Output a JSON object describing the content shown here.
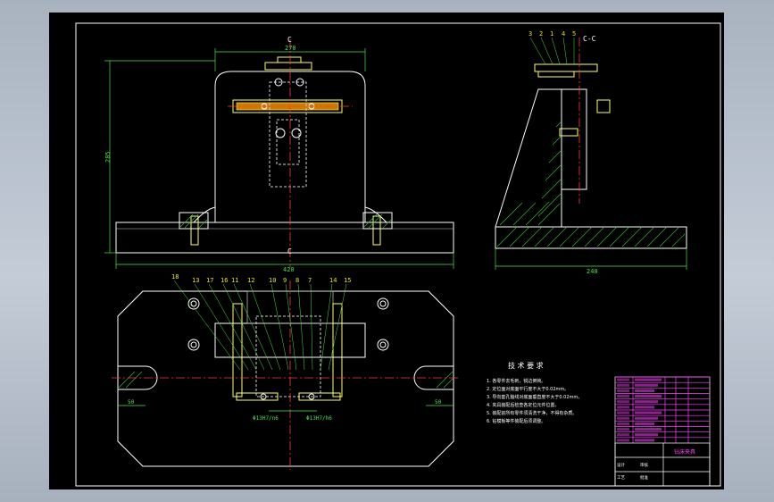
{
  "colors": {
    "background": "#000000",
    "outline": "#ffffff",
    "dimension": "#4fe04f",
    "hatch": "#3fbf3f",
    "centerline": "#ff3b3b",
    "label": "#e8e800",
    "titleblock": "#ff40ff",
    "part": "#ffff66"
  },
  "front_view": {
    "section_mark_top": "C",
    "section_mark_bottom": "C",
    "dim_top": "270",
    "dim_height": "285",
    "dim_width": "420"
  },
  "section_view": {
    "title": "C-C",
    "dim_base": "240",
    "part_numbers": [
      "3",
      "2",
      "1",
      "4",
      "5"
    ]
  },
  "top_view": {
    "part_numbers": [
      "18",
      "13",
      "17",
      "16",
      "11",
      "12",
      "10",
      "9",
      "8",
      "7",
      "14",
      "15"
    ],
    "dim_left": "50",
    "dim_right": "50",
    "note_a": "Φ13H7/n6",
    "note_b": "Φ13H7/h6"
  },
  "tech_requirements": {
    "title": "技 术 要 求",
    "items": [
      "1. 各零件去毛刺，锐边倒钝。",
      "2. 定位面对底面平行度不大于0.02mm。",
      "3. 导向套孔轴线对底面垂直度不大于0.02mm。",
      "4. 夹具装配后检查各定位元件位置。",
      "5. 装配前所有零件须清洗干净，不得有杂质。",
      "6. 钻模板等件装配后须调整。"
    ]
  },
  "title_block": {
    "rows": 12,
    "name_cell": "钻床夹具",
    "labels": [
      "设计",
      "审核",
      "工艺",
      "批准"
    ]
  }
}
